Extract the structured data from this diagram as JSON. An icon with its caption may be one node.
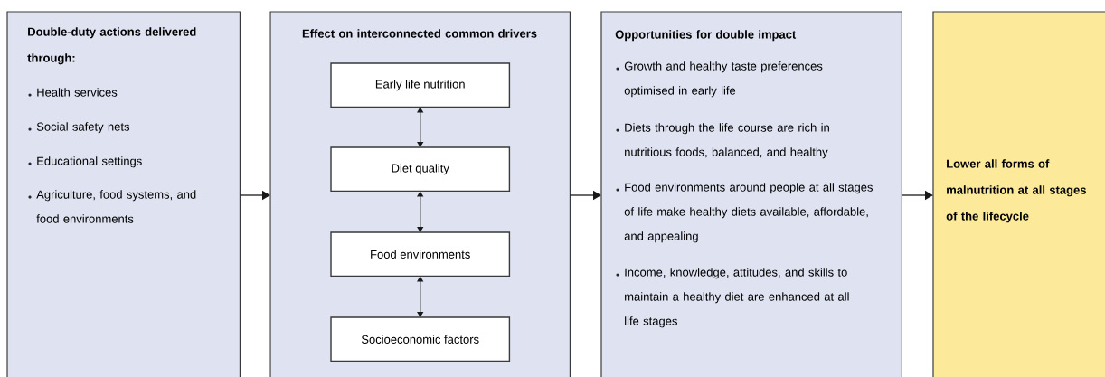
{
  "diagram": {
    "nodes": [
      {
        "text": [
          "Double-duty actions delivered through:",
          "Health services",
          "Social safety nets",
          "Educational settings",
          "Agriculture, food systems, and food environments"
        ]
      },
      {
        "text": [
          "Effect on interconnected common drivers"
        ]
      },
      {
        "text": [
          "Early life nutrition"
        ],
        "in": 1
      },
      {
        "text": [
          "Diet quality"
        ],
        "in": 1
      },
      {
        "text": [
          "Food environments"
        ],
        "in": 1
      },
      {
        "text": [
          "Socioeconomic factors"
        ],
        "in": 1
      },
      {
        "text": [
          "Opportunities for double impact",
          "Growth and healthy taste preferences optimised in early life",
          "Diets through the life course are rich in nutritious foods, balanced, and healthy",
          "Food environments around people at all stages of life make healthy diets available, affordable, and appealing",
          "Income, knowledge, attitudes, and skills to maintain a healthy diet are enhanced at all life stages"
        ]
      },
      {
        "text": [
          "Lower all forms of malnutrition at all stages of the lifecycle"
        ]
      }
    ],
    "edges": [
      {
        "from": 0,
        "to": 1,
        "arrow": "to"
      },
      {
        "from": 2,
        "to": 3,
        "arrow": "both"
      },
      {
        "from": 3,
        "to": 4,
        "arrow": "both"
      },
      {
        "from": 4,
        "to": 5,
        "arrow": "both"
      },
      {
        "from": 1,
        "to": 6,
        "arrow": "to"
      },
      {
        "from": 6,
        "to": 7,
        "arrow": "to"
      }
    ]
  }
}
